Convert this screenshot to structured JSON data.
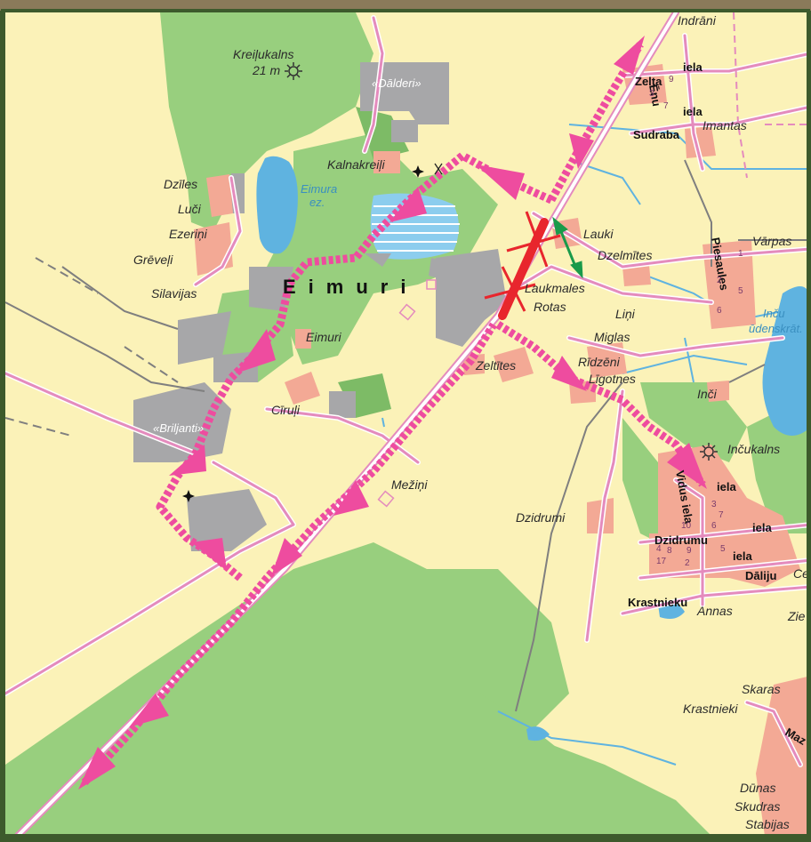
{
  "map": {
    "settlement": "Eimuri",
    "labels": {
      "kreilukalns": "Kreiļukalns",
      "kreilukalns_height": "21 m",
      "dalderi": "«Dālderi»",
      "kalnakreili": "Kalnakreiļi",
      "eimura_ez1": "Eimura",
      "eimura_ez2": "ez.",
      "dziles": "Dzīles",
      "luci": "Luči",
      "ezerini": "Ezeriņi",
      "greveli": "Grēveļi",
      "silavijas": "Silavijas",
      "eimuri_small": "Eimuri",
      "ciruli": "Cīruļi",
      "briljanti": "«Briljanti»",
      "mezini": "Mežiņi",
      "dzidrumi": "Dzidrumi",
      "zeltites": "Zeltītes",
      "indrani": "Indrāni",
      "zelta": "Zelta",
      "zelta_iela": "iela",
      "enu": "Ēnu",
      "sudraba": "Sudraba",
      "sudraba_iela": "iela",
      "imantas": "Imantas",
      "lauki": "Lauki",
      "dzelmites": "Dzelmītes",
      "piesaules": "Piesaules",
      "varpas": "Vārpas",
      "laukmales": "Laukmales",
      "rotas": "Rotas",
      "lini": "Liņi",
      "miglas": "Miglas",
      "ridzeni": "Rīdzēni",
      "ligotnes": "Līgotnes",
      "incu1": "Inču",
      "incu2": "ūdenskrāt.",
      "inci": "Inči",
      "incukalns": "Inčukalns",
      "vidus_iela": "Vidus iela",
      "iela_a": "iela",
      "dzidrumu": "Dzidrumu",
      "iela_b": "iela",
      "iela_c": "iela",
      "daliju": "Dāliju",
      "krastnieku": "Krastnieku",
      "annas": "Annas",
      "zie": "Zie",
      "ce": "Ce",
      "skaras": "Skaras",
      "krastnieki": "Krastnieki",
      "maz": "Maz",
      "dunas": "Dūnas",
      "skudras": "Skudras",
      "stabijas": "Stabijas"
    },
    "house_numbers": [
      "3",
      "9",
      "7",
      "1",
      "5",
      "2",
      "6",
      "3",
      "7",
      "10",
      "6",
      "8",
      "9",
      "5",
      "17",
      "2",
      "4"
    ],
    "colors": {
      "background": "#fbf2b8",
      "forest": "#98cf7e",
      "forest_dark": "#7dbb66",
      "water": "#5fb3e0",
      "industrial": "#a7a7a9",
      "residential": "#f3a995",
      "road": "#e48bbd",
      "railway": "#7f7f7f",
      "detour": "#ee4c9f",
      "closure": "#e8262d",
      "two_way": "#1a9a4a",
      "frame": "#3d5a2c"
    }
  }
}
